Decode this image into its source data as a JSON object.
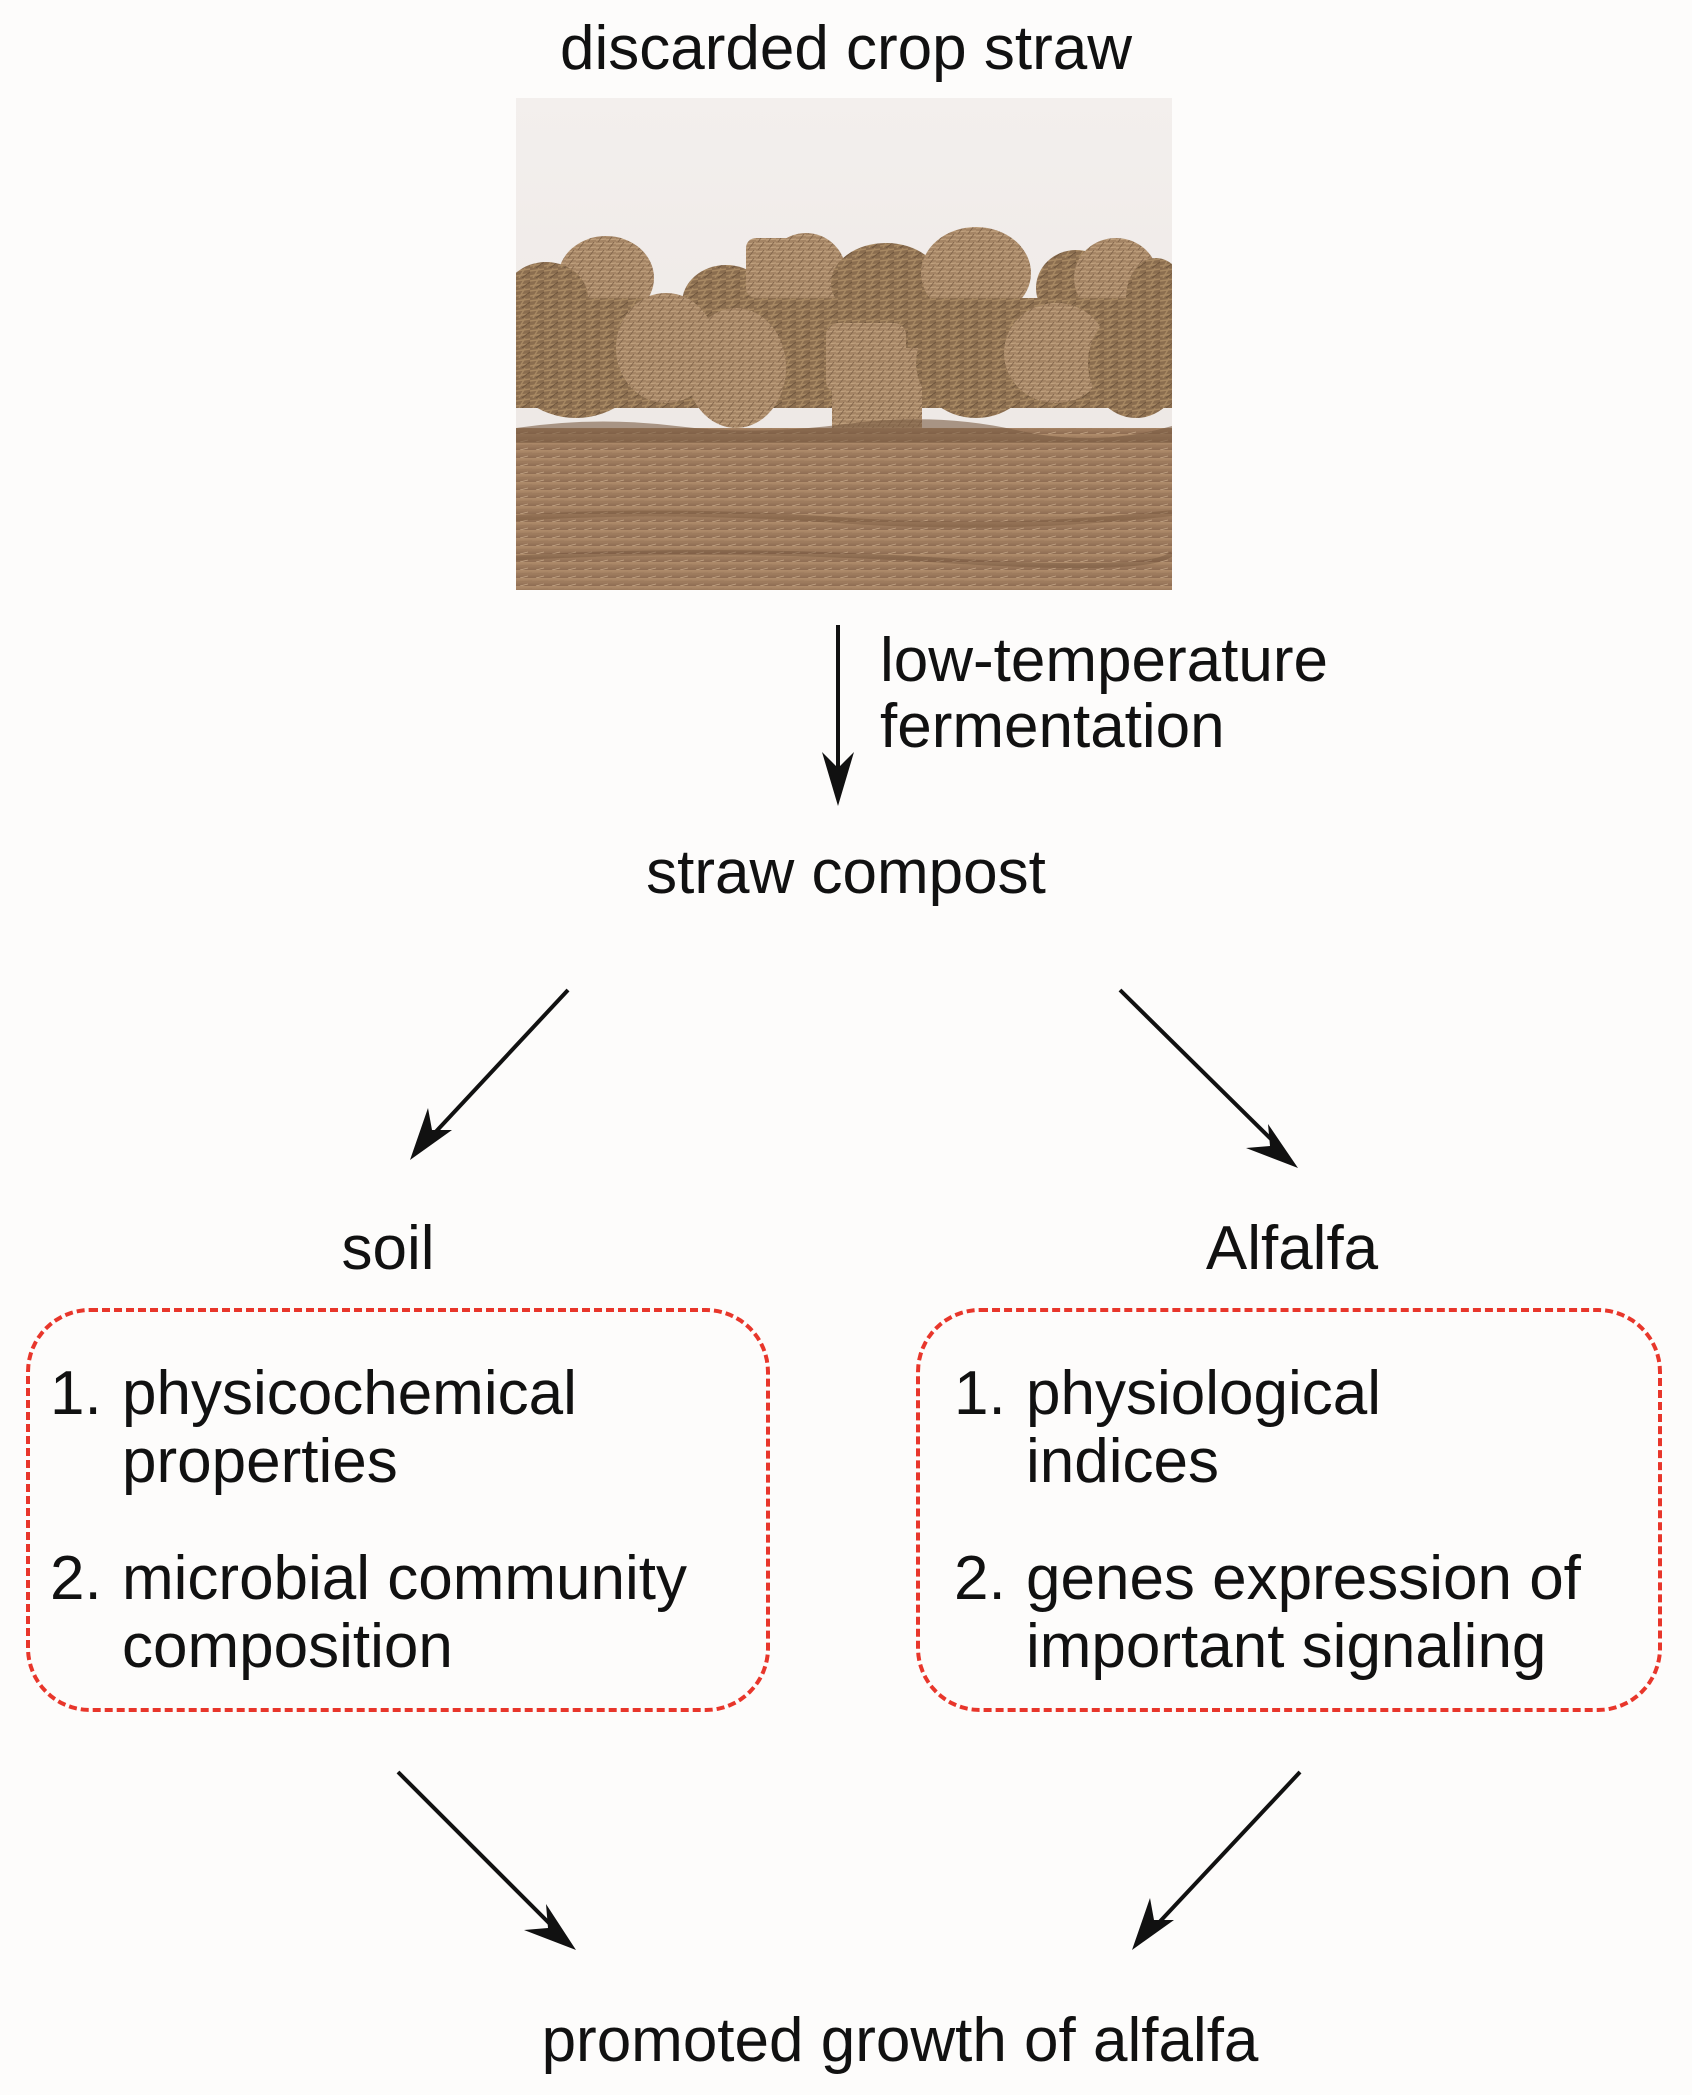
{
  "top": {
    "title": "discarded crop straw",
    "photo_alt": "crop straw bales"
  },
  "process": {
    "label": "low-temperature\nfermentation"
  },
  "compost": {
    "label": "straw compost"
  },
  "soil": {
    "label": "soil",
    "items": [
      {
        "num": "1.",
        "text": "physicochemical\nproperties"
      },
      {
        "num": "2.",
        "text": "microbial community\ncomposition"
      }
    ]
  },
  "alfalfa": {
    "label": "Alfalfa",
    "items": [
      {
        "num": "1.",
        "text": "physiological\nindices"
      },
      {
        "num": "2.",
        "text": "genes expression of\nimportant signaling"
      }
    ]
  },
  "result": {
    "label": "promoted growth  of alfalfa"
  },
  "colors": {
    "box_border": "#e8362b",
    "arrow": "#111111",
    "text": "#111111"
  }
}
